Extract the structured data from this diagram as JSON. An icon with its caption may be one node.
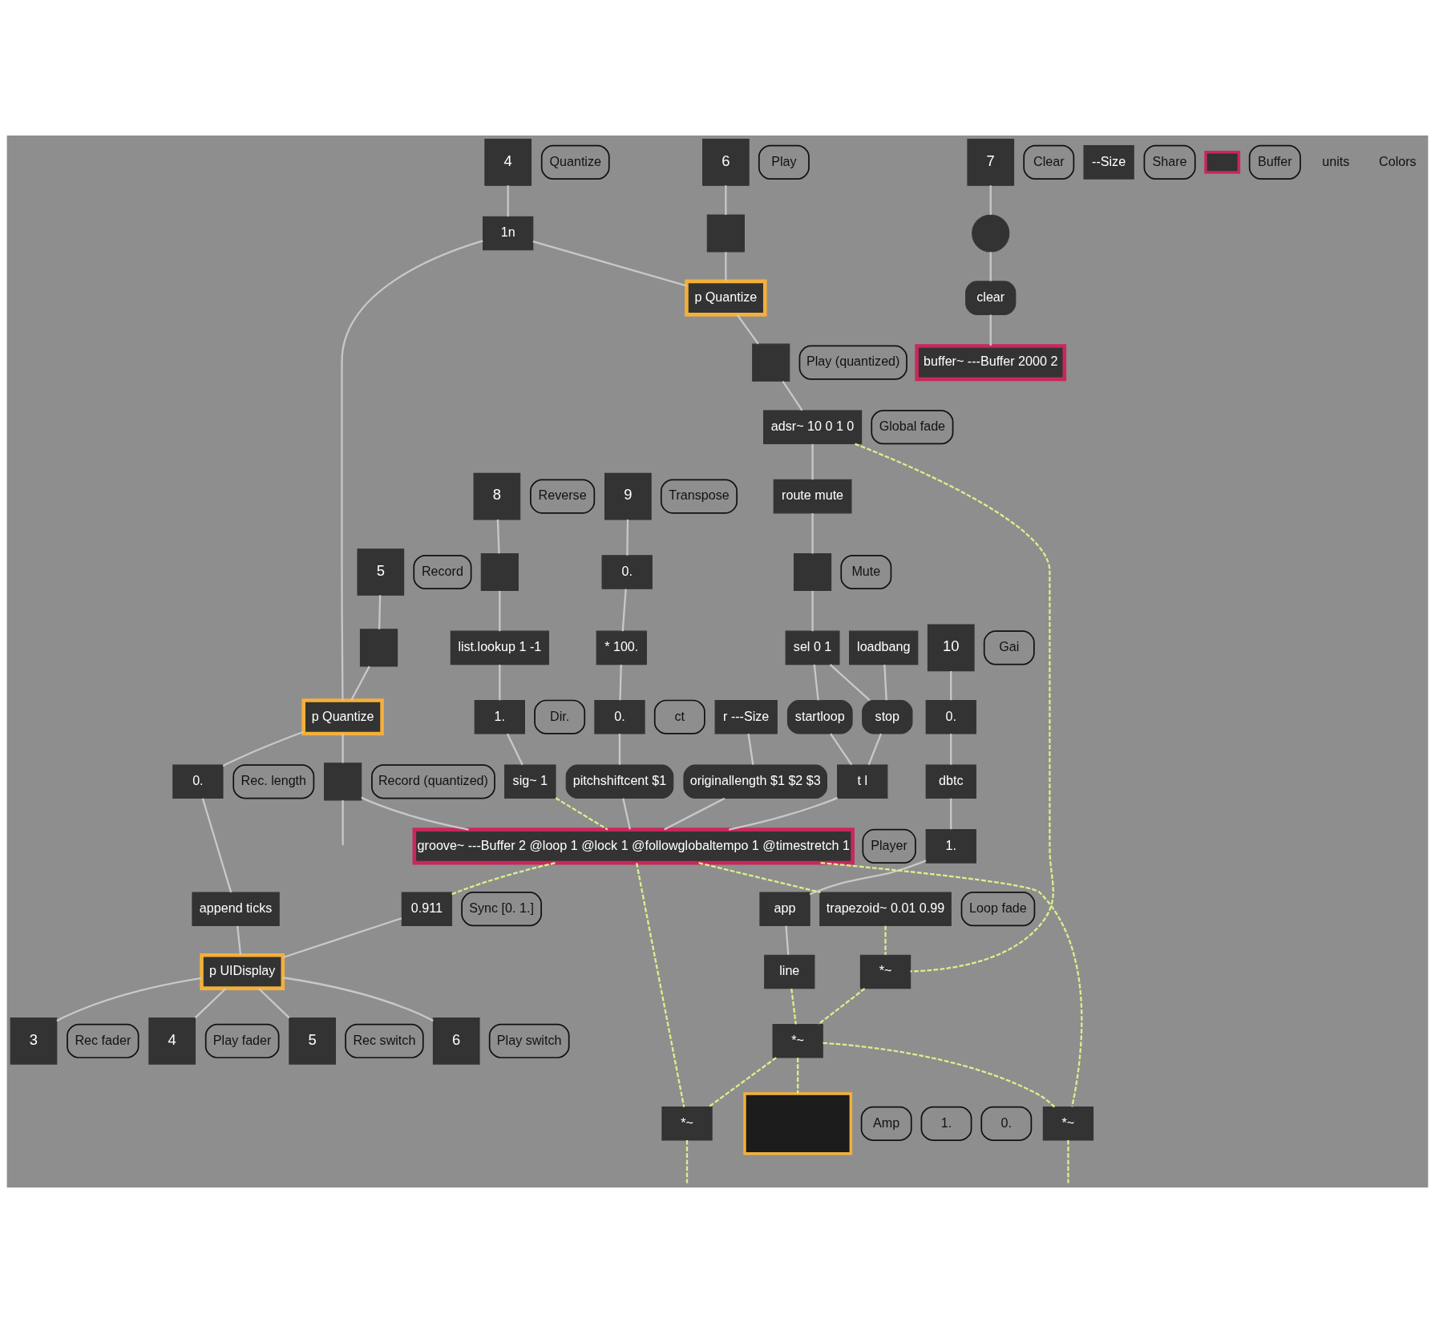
{
  "diagram": {
    "nodes": [
      {
        "text": [
          "4"
        ],
        "beside": [
          "Quantize"
        ]
      },
      {
        "text": [
          "5"
        ],
        "beside": [
          "Record"
        ]
      },
      {
        "text": [
          "6"
        ],
        "beside": [
          "Play"
        ]
      },
      {
        "text": [
          "7"
        ],
        "beside": [
          "Clear"
        ]
      },
      {
        "text": [
          "8"
        ],
        "beside": [
          "Reverse"
        ]
      },
      {
        "text": [
          "9"
        ],
        "beside": [
          "Transpose"
        ]
      },
      {
        "text": [
          "10"
        ],
        "beside": [
          "Gai"
        ]
      },
      {
        "text": [
          "1n"
        ]
      },
      {
        "text": [],
        "shape": "box"
      },
      {
        "text": [],
        "shape": "box"
      },
      {
        "text": [],
        "shape": "circle"
      },
      {
        "text": [],
        "shape": "box"
      },
      {
        "text": [
          "0."
        ]
      },
      {
        "text": [
          "0."
        ]
      },
      {
        "text": [
          "clear"
        ]
      },
      {
        "text": [
          "buffer~ ---Buffer 2000 2"
        ]
      },
      {
        "text": [
          "list.lookup 1 -1"
        ]
      },
      {
        "text": [
          "* 100."
        ]
      },
      {
        "text": [
          "dbtc"
        ]
      },
      {
        "text": [
          "p Quantize"
        ]
      },
      {
        "text": [
          "p Quantize"
        ]
      },
      {
        "text": [
          "1."
        ],
        "beside": [
          "Dir."
        ]
      },
      {
        "text": [
          "0."
        ],
        "beside": [
          "ct"
        ]
      },
      {
        "text": [
          "1."
        ]
      },
      {
        "text": [
          "--Size"
        ],
        "beside": [
          "Share"
        ]
      },
      {
        "text": [
          "0."
        ],
        "beside": [
          "Rec. length"
        ]
      },
      {
        "text": [],
        "shape": "box",
        "beside": [
          "Record (quantized)"
        ]
      },
      {
        "text": [],
        "shape": "box",
        "beside": [
          "Play (quantized)"
        ]
      },
      {
        "text": [
          "append ticks"
        ]
      },
      {
        "text": [
          "r ---Size"
        ]
      },
      {
        "text": [
          "app"
        ]
      },
      {
        "text": [
          "sig~ 1"
        ]
      },
      {
        "text": [
          "pitchshiftcent $1"
        ]
      },
      {
        "text": [
          "originallength $1 $2 $3"
        ]
      },
      {
        "text": [
          "line"
        ]
      },
      {
        "text": [],
        "shape": "bar",
        "beside": [
          "Buffer"
        ]
      },
      {
        "text": [
          "adsr~ 10 0 1 0"
        ],
        "beside": [
          "Global fade"
        ]
      },
      {
        "text": [
          "route mute"
        ]
      },
      {
        "text": [
          "groove~ ---Buffer 2 @loop 1 @lock 1 @followglobaltempo 1 @timestretch 1"
        ],
        "beside": [
          "Player"
        ]
      },
      {
        "text": [
          "p UIDisplay"
        ]
      },
      {
        "text": [
          "3"
        ],
        "beside": [
          "Rec fader"
        ]
      },
      {
        "text": [
          "4"
        ],
        "beside": [
          "Play fader"
        ]
      },
      {
        "text": [
          "5"
        ],
        "beside": [
          "Rec switch"
        ]
      },
      {
        "text": [
          "6"
        ],
        "beside": [
          "Play switch"
        ]
      },
      {
        "text": [],
        "shape": "box",
        "beside": [
          "Mute"
        ]
      },
      {
        "text": [
          "0.911"
        ],
        "beside": [
          "Sync [0. 1.]"
        ]
      },
      {
        "text": [
          "sel 0 1"
        ]
      },
      {
        "text": [
          "loadbang"
        ]
      },
      {
        "text": [
          "startloop"
        ]
      },
      {
        "text": [
          "stop"
        ]
      },
      {
        "text": [
          "trapezoid~ 0.01 0.99"
        ],
        "beside": [
          "Loop fade"
        ]
      },
      {
        "text": [
          "t l"
        ]
      },
      {
        "text": [
          "*~"
        ]
      },
      {
        "text": [
          "*~"
        ]
      },
      {
        "text": [
          "*~"
        ]
      },
      {
        "text": [
          "*~"
        ]
      },
      {
        "text": [],
        "shape": "box",
        "beside": [
          "Amp",
          "1.",
          "0."
        ]
      }
    ],
    "edges": [
      {
        "from": 0,
        "to": 7,
        "arrow": "none"
      },
      {
        "from": 1,
        "to": 8,
        "arrow": "none"
      },
      {
        "from": 2,
        "to": 9,
        "arrow": "none"
      },
      {
        "from": 3,
        "to": 10,
        "arrow": "none"
      },
      {
        "from": 4,
        "to": 11,
        "arrow": "none"
      },
      {
        "from": 5,
        "to": 12,
        "arrow": "none"
      },
      {
        "from": 6,
        "to": 13,
        "arrow": "none"
      },
      {
        "from": 7,
        "to": 19,
        "arrow": "none"
      },
      {
        "from": 7,
        "to": 20,
        "arrow": "none"
      },
      {
        "from": 8,
        "to": 19,
        "arrow": "none"
      },
      {
        "from": 9,
        "to": 20,
        "arrow": "none"
      },
      {
        "from": 10,
        "to": 14,
        "arrow": "none"
      },
      {
        "from": 14,
        "to": 15,
        "arrow": "none"
      },
      {
        "from": 11,
        "to": 16,
        "arrow": "none"
      },
      {
        "from": 12,
        "to": 17,
        "arrow": "none"
      },
      {
        "from": 13,
        "to": 18,
        "arrow": "none"
      },
      {
        "from": 16,
        "to": 21,
        "arrow": "none"
      },
      {
        "from": 17,
        "to": 22,
        "arrow": "none"
      },
      {
        "from": 18,
        "to": 23,
        "arrow": "none"
      },
      {
        "from": 19,
        "to": 26,
        "arrow": "none"
      },
      {
        "from": 19,
        "to": 25,
        "arrow": "none"
      },
      {
        "from": 20,
        "to": 27,
        "arrow": "none"
      },
      {
        "from": 25,
        "to": 28,
        "arrow": "none"
      },
      {
        "from": 23,
        "to": 30,
        "arrow": "none"
      },
      {
        "from": 30,
        "to": 34,
        "arrow": "none"
      },
      {
        "from": 29,
        "to": 33,
        "arrow": "none"
      },
      {
        "from": 21,
        "to": 31,
        "arrow": "none"
      },
      {
        "from": 22,
        "to": 32,
        "arrow": "none"
      },
      {
        "from": 26,
        "to": null,
        "arrow": "none"
      },
      {
        "from": 26,
        "to": 38,
        "arrow": "none"
      },
      {
        "from": 28,
        "to": 39,
        "arrow": "none"
      },
      {
        "from": 31,
        "to": 38,
        "arrow": "none",
        "style": "dashed",
        "color": "#d8f08c"
      },
      {
        "from": 32,
        "to": 38,
        "arrow": "none"
      },
      {
        "from": 33,
        "to": 38,
        "arrow": "none"
      },
      {
        "from": 27,
        "to": 36,
        "arrow": "none"
      },
      {
        "from": 36,
        "to": 52,
        "arrow": "none",
        "style": "dashed",
        "color": "#d8f08c"
      },
      {
        "from": 36,
        "to": 37,
        "arrow": "none"
      },
      {
        "from": 37,
        "to": 44,
        "arrow": "none"
      },
      {
        "from": 44,
        "to": 46,
        "arrow": "none"
      },
      {
        "from": 46,
        "to": 48,
        "arrow": "none"
      },
      {
        "from": 46,
        "to": 49,
        "arrow": "none"
      },
      {
        "from": 47,
        "to": 49,
        "arrow": "none"
      },
      {
        "from": 48,
        "to": 51,
        "arrow": "none"
      },
      {
        "from": 49,
        "to": 51,
        "arrow": "none"
      },
      {
        "from": 51,
        "to": 38,
        "arrow": "none"
      },
      {
        "from": 38,
        "to": 54,
        "arrow": "none",
        "style": "dashed",
        "color": "#d8f08c"
      },
      {
        "from": 38,
        "to": 55,
        "arrow": "none",
        "style": "dashed",
        "color": "#d8f08c"
      },
      {
        "from": 38,
        "to": 50,
        "arrow": "none",
        "style": "dashed",
        "color": "#d8f08c"
      },
      {
        "from": 38,
        "to": 45,
        "arrow": "none",
        "style": "dashed",
        "color": "#d8f08c"
      },
      {
        "from": 45,
        "to": 39,
        "arrow": "none"
      },
      {
        "from": 39,
        "to": 40,
        "arrow": "none"
      },
      {
        "from": 39,
        "to": 41,
        "arrow": "none"
      },
      {
        "from": 39,
        "to": 42,
        "arrow": "none"
      },
      {
        "from": 39,
        "to": 43,
        "arrow": "none"
      },
      {
        "from": 50,
        "to": 52,
        "arrow": "none",
        "style": "dashed",
        "color": "#d8f08c"
      },
      {
        "from": 52,
        "to": 53,
        "arrow": "none",
        "style": "dashed",
        "color": "#d8f08c"
      },
      {
        "from": 34,
        "to": 53,
        "arrow": "none",
        "style": "dashed",
        "color": "#d8f08c"
      },
      {
        "from": 53,
        "to": 54,
        "arrow": "none",
        "style": "dashed",
        "color": "#d8f08c"
      },
      {
        "from": 53,
        "to": 55,
        "arrow": "none",
        "style": "dashed",
        "color": "#d8f08c"
      },
      {
        "from": 53,
        "to": 56,
        "arrow": "none",
        "style": "dashed",
        "color": "#d8f08c"
      },
      {
        "from": 54,
        "to": null,
        "arrow": "none",
        "style": "dashed",
        "color": "#d8f08c"
      },
      {
        "from": 55,
        "to": null,
        "arrow": "none",
        "style": "dashed",
        "color": "#d8f08c"
      }
    ],
    "labels": [
      "units",
      "Colors"
    ]
  }
}
